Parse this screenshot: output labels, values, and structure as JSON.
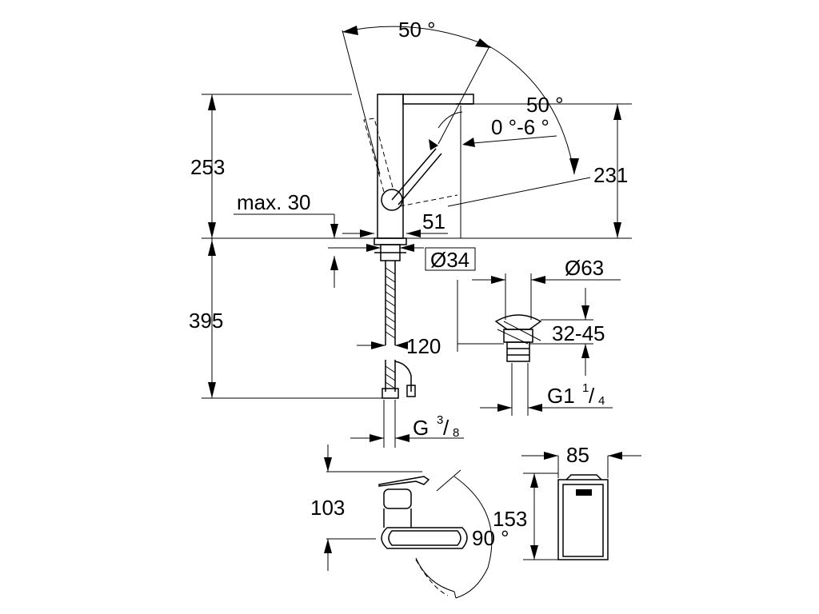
{
  "dimensions": {
    "angle_top": "50 °",
    "angle_side": "50 °",
    "tilt": "0 °-6 °",
    "height_left": "253",
    "height_right": "231",
    "max_label": "max. 30",
    "spout_offset": "51",
    "diameter_base": "Ø34",
    "below_depth": "395",
    "hose_offset": "120",
    "thread_main": "G",
    "thread_main_num": "3",
    "thread_main_den": "8",
    "waste_diameter": "Ø63",
    "waste_range": "32-45",
    "thread_waste": "G1",
    "thread_waste_num": "1",
    "thread_waste_den": "4",
    "top_view_depth": "103",
    "swivel_angle": "90 °",
    "box_width": "85",
    "box_height": "153"
  }
}
